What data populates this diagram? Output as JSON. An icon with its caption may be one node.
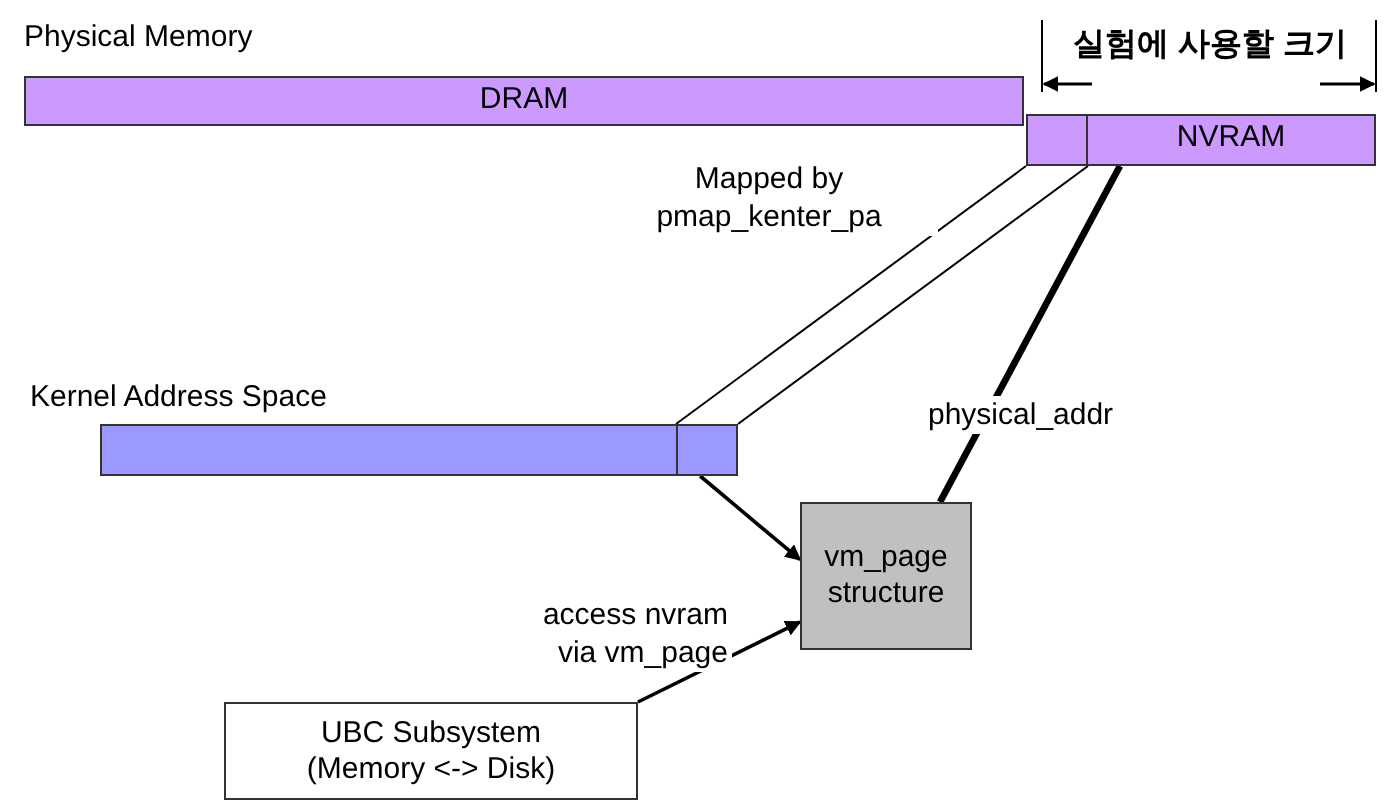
{
  "diagram": {
    "nodes": [
      {
        "text": [
          "Physical Memory",
          "DRAM"
        ]
      },
      {
        "text": [],
        "shape": "bar"
      },
      {
        "text": [
          "NVRAM"
        ]
      },
      {
        "text": [
          "Kernel Address Space"
        ]
      },
      {
        "text": [],
        "shape": "bar"
      },
      {
        "text": [
          "vm_page structure"
        ]
      },
      {
        "text": [
          "UBC Subsystem (Memory <-> Disk)"
        ]
      }
    ],
    "edges": [
      {
        "from": 1,
        "to": 4,
        "arrow": "none",
        "label": "Mapped by pmap_kenter_pa"
      },
      {
        "from": 1,
        "to": 4,
        "arrow": "none"
      },
      {
        "from": 4,
        "to": 5,
        "arrow": "to"
      },
      {
        "from": 2,
        "to": 5,
        "arrow": "none",
        "label": "physical_addr",
        "style": "thick"
      },
      {
        "from": 6,
        "to": 5,
        "arrow": "to",
        "label": "access nvram via vm_page"
      }
    ],
    "labels": [
      "실험에 사용할 크기"
    ]
  }
}
